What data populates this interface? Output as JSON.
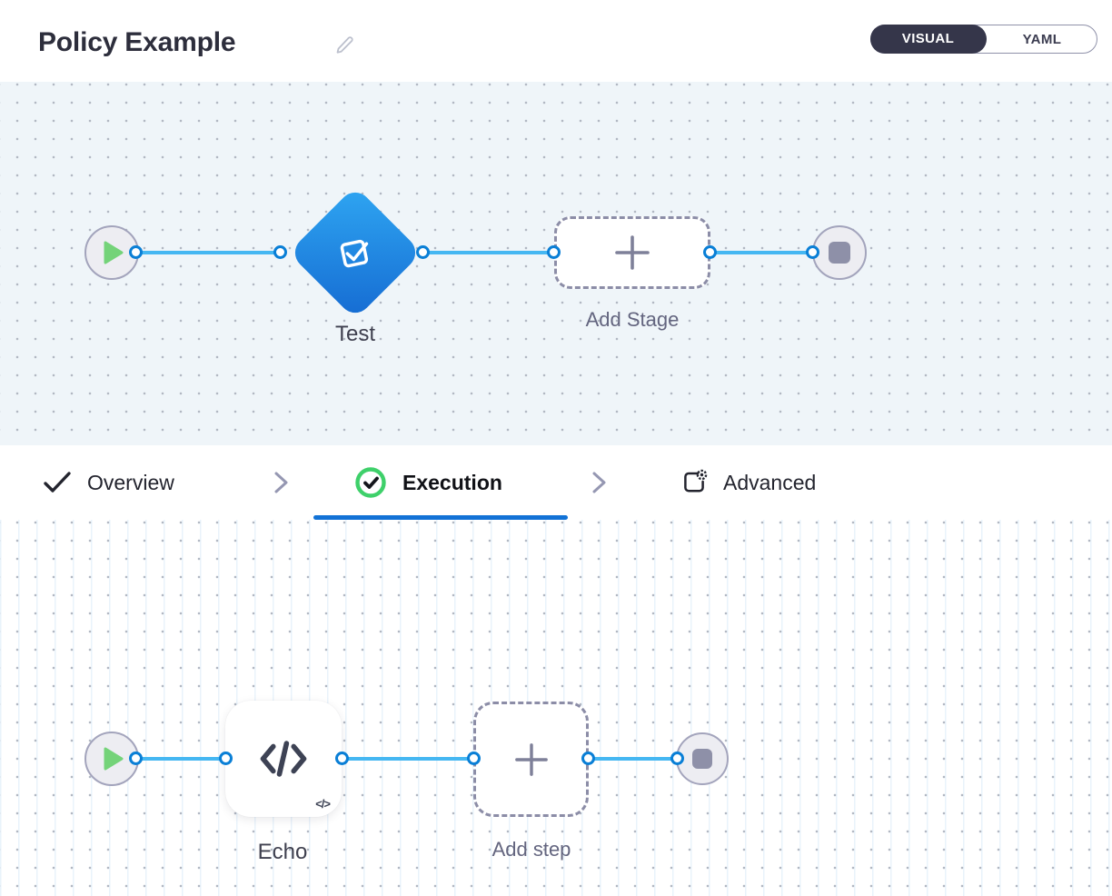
{
  "header": {
    "title": "Policy Example",
    "view_toggle": {
      "options": [
        "VISUAL",
        "YAML"
      ],
      "selected": "VISUAL"
    }
  },
  "stage_pipeline": {
    "start_node": "play",
    "stages": [
      {
        "name": "Test",
        "type": "approval-stage",
        "icon": "approval-check-icon"
      },
      {
        "name": "Add Stage",
        "type": "add-placeholder",
        "icon": "plus-icon"
      }
    ],
    "end_node": "stop"
  },
  "tabs": {
    "items": [
      {
        "label": "Overview",
        "icon": "check-icon",
        "active": false
      },
      {
        "label": "Execution",
        "icon": "success-circle-icon",
        "active": true
      },
      {
        "label": "Advanced",
        "icon": "settings-box-icon",
        "active": false
      }
    ]
  },
  "step_pipeline": {
    "start_node": "play",
    "steps": [
      {
        "name": "Echo",
        "type": "script-step",
        "icon": "code-icon",
        "badge": "</>"
      },
      {
        "name": "Add step",
        "type": "add-placeholder",
        "icon": "plus-icon"
      }
    ],
    "end_node": "stop"
  },
  "colors": {
    "accent_blue": "#1272d6",
    "connector_blue": "#45b7f2",
    "port_blue": "#0a7fd6",
    "stage_gradient_start": "#2fa6f2",
    "stage_gradient_end": "#156bd2",
    "success_green": "#3ed06a",
    "play_green": "#74d379",
    "toggle_dark": "#35364a",
    "canvas_top_bg": "#eff5f9",
    "canvas_bottom_bg": "#ffffff"
  }
}
